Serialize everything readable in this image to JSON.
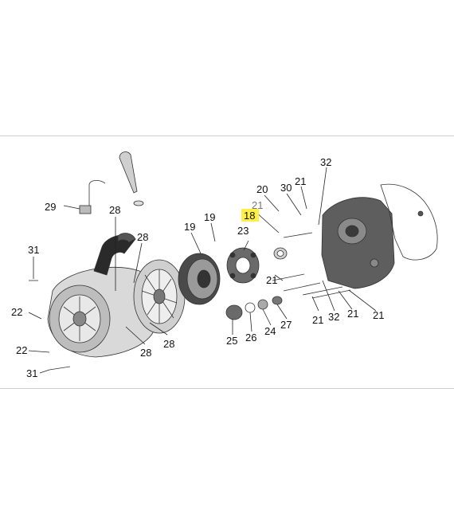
{
  "highlight_color": "#ffee44",
  "callouts": [
    {
      "id": "c29",
      "label": "29"
    },
    {
      "id": "c31a",
      "label": "31"
    },
    {
      "id": "c22a",
      "label": "22"
    },
    {
      "id": "c22b",
      "label": "22"
    },
    {
      "id": "c31b",
      "label": "31"
    },
    {
      "id": "c28a",
      "label": "28"
    },
    {
      "id": "c28b",
      "label": "28"
    },
    {
      "id": "c28c",
      "label": "28"
    },
    {
      "id": "c28d",
      "label": "28"
    },
    {
      "id": "c19a",
      "label": "19"
    },
    {
      "id": "c19b",
      "label": "19"
    },
    {
      "id": "c21gray",
      "label": "21"
    },
    {
      "id": "c18",
      "label": "18"
    },
    {
      "id": "c23",
      "label": "23"
    },
    {
      "id": "c20",
      "label": "20"
    },
    {
      "id": "c30",
      "label": "30"
    },
    {
      "id": "c21top",
      "label": "21"
    },
    {
      "id": "c32top",
      "label": "32"
    },
    {
      "id": "c21mid",
      "label": "21"
    },
    {
      "id": "c21b1",
      "label": "21"
    },
    {
      "id": "c32bot",
      "label": "32"
    },
    {
      "id": "c21b2",
      "label": "21"
    },
    {
      "id": "c21b3",
      "label": "21"
    },
    {
      "id": "c25",
      "label": "25"
    },
    {
      "id": "c26",
      "label": "26"
    },
    {
      "id": "c24",
      "label": "24"
    },
    {
      "id": "c27",
      "label": "27"
    }
  ]
}
